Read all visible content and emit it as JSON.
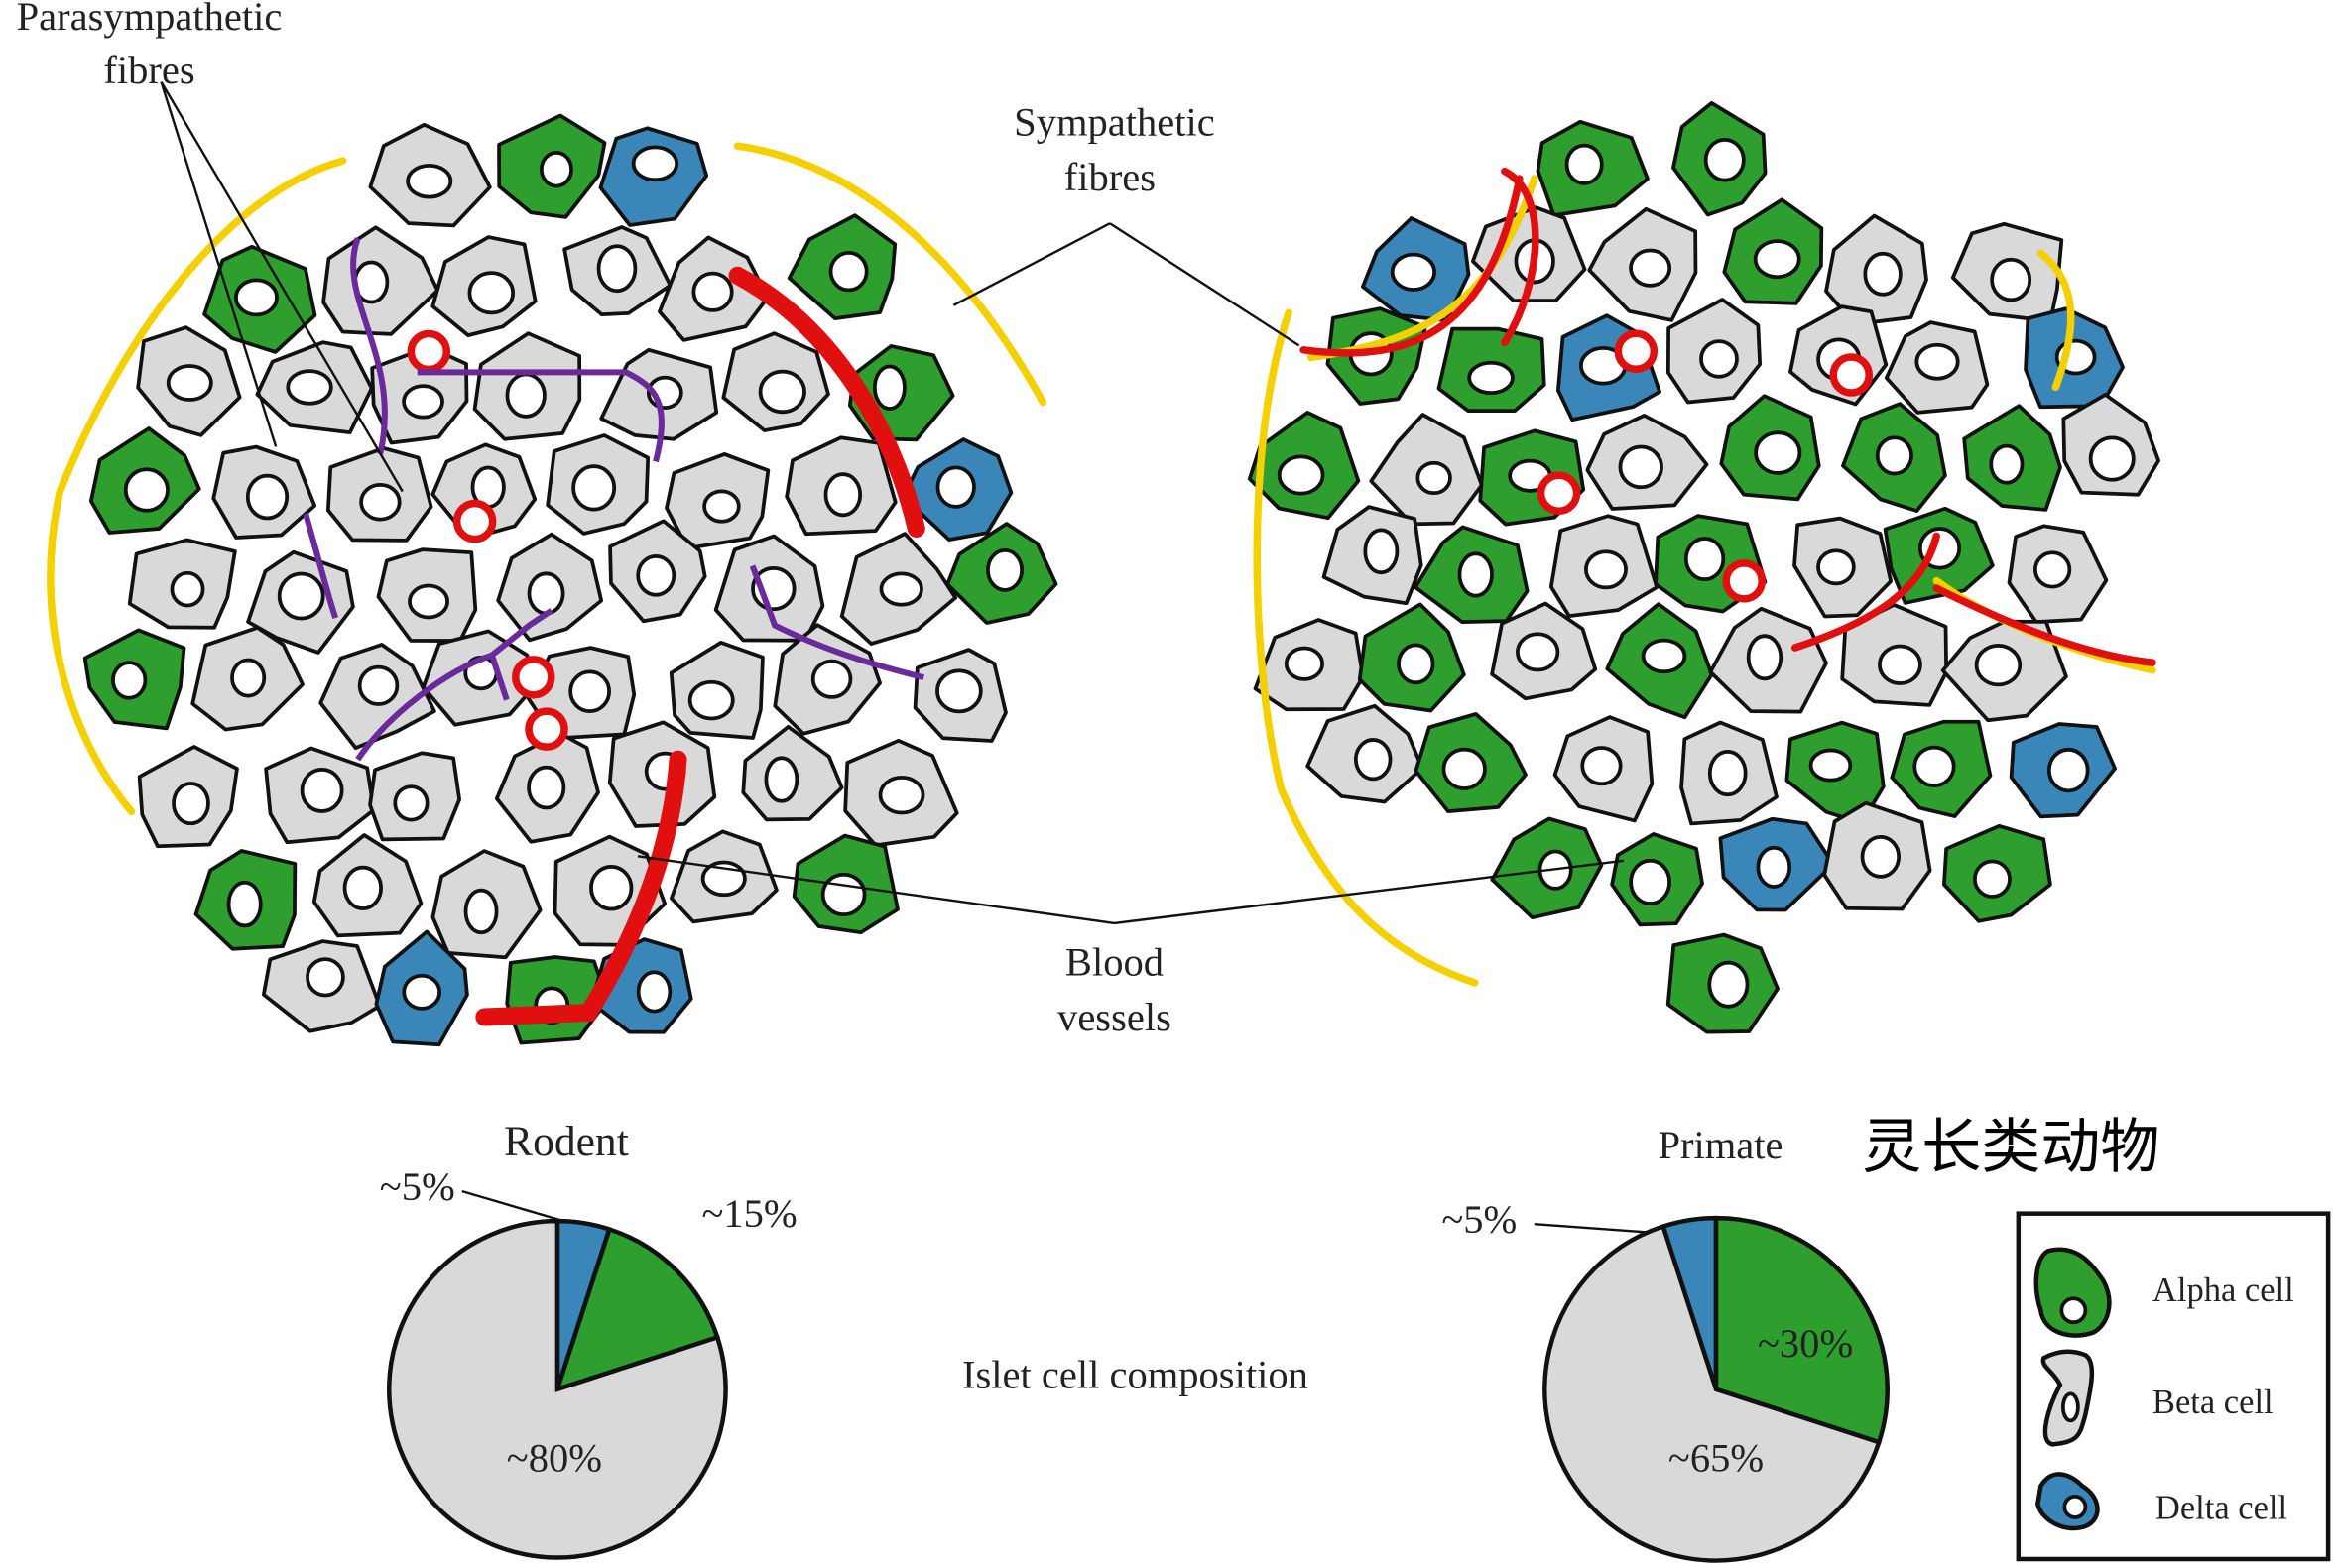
{
  "labels": {
    "parasympathetic_1": "Parasympathetic",
    "parasympathetic_2": "fibres",
    "sympathetic_1": "Sympathetic",
    "sympathetic_2": "fibres",
    "blood_1": "Blood",
    "blood_2": "vessels",
    "composition": "Islet cell composition",
    "primate_zh": "灵长类动物"
  },
  "colors": {
    "alpha": "#2e9e2e",
    "beta": "#d9d9d9",
    "delta": "#3a86b8",
    "vessel": "#e01010",
    "sympathetic": "#f5d000",
    "parasympathetic": "#6a2a9a"
  },
  "chart_data": [
    {
      "type": "pie",
      "title": "Rodent",
      "categories": [
        "Delta cell",
        "Alpha cell",
        "Beta cell"
      ],
      "values": [
        5,
        15,
        80
      ],
      "data_labels": [
        "~5%",
        "~15%",
        "~80%"
      ]
    },
    {
      "type": "pie",
      "title": "Primate",
      "categories": [
        "Delta cell",
        "Alpha cell",
        "Beta cell"
      ],
      "values": [
        5,
        30,
        65
      ],
      "data_labels": [
        "~5%",
        "~30%",
        "~65%"
      ]
    }
  ],
  "legend": {
    "items": [
      {
        "label": "Alpha cell",
        "color": "#2e9e2e"
      },
      {
        "label": "Beta cell",
        "color": "#d9d9d9"
      },
      {
        "label": "Delta cell",
        "color": "#3a86b8"
      }
    ]
  }
}
